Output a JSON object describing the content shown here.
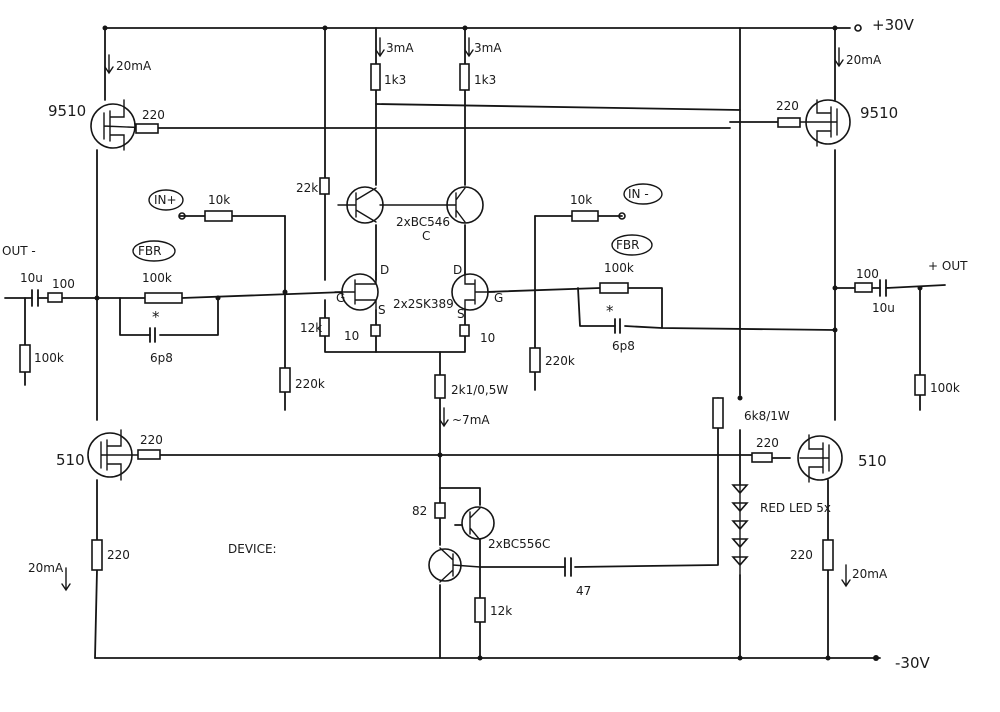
{
  "labels": {
    "rail_pos": "+30V",
    "rail_neg": "-30V",
    "out_neg": "OUT -",
    "out_pos": "+ OUT",
    "in_pos": "IN+",
    "in_neg": "IN -",
    "fbr_left": "FBR",
    "fbr_right": "FBR",
    "device": "DEVICE:"
  },
  "mosfets": {
    "q_tl": "9510",
    "q_tr": "9510",
    "q_bl": "510",
    "q_br": "510"
  },
  "transistors": {
    "pair_top": "2xBC546",
    "pair_top_suffix": "C",
    "jfet_pair": "2x2SK389",
    "bottom_pair": "2xBC556C"
  },
  "jfet_pins": {
    "d_left": "D",
    "d_right": "D",
    "s_left": "S",
    "s_right": "S",
    "g_left": "G",
    "g_right": "G"
  },
  "components": {
    "r_1k3_left": "1k3",
    "r_1k3_right": "1k3",
    "r_22k": "22k",
    "r_10k_in_pos": "10k",
    "r_10k_in_neg": "10k",
    "r_100k_fb_left": "100k",
    "r_100k_fb_right": "100k",
    "c_6p8_left": "6p8",
    "c_6p8_right": "6p8",
    "trim_left": "*",
    "trim_right": "*",
    "r_12k_jfet": "12k",
    "r_10_left": "10",
    "r_10_right": "10",
    "r_220k_left": "220k",
    "r_220k_right": "220k",
    "r_2k1": "2k1/0,5W",
    "r_82": "82",
    "r_12k_bottom": "12k",
    "c_47": "47",
    "r_6k8": "6k8/1W",
    "leds": "RED LED 5x",
    "r_220_gate_tl": "220",
    "r_220_gate_tr": "220",
    "r_220_gate_bl": "220",
    "r_220_gate_br": "220",
    "r_220_src_l": "220",
    "r_220_src_r": "220",
    "r_100_out_l": "100",
    "r_100_out_r": "100",
    "c_10u_l": "10u",
    "c_10u_r": "10u",
    "r_100k_out_l": "100k",
    "r_100k_out_r": "100k"
  },
  "currents": {
    "i_tl": "20mA",
    "i_tr": "20mA",
    "i_bl": "20mA",
    "i_br": "20mA",
    "i_3ma_l": "3mA",
    "i_3ma_r": "3mA",
    "i_7ma": "~7mA"
  }
}
